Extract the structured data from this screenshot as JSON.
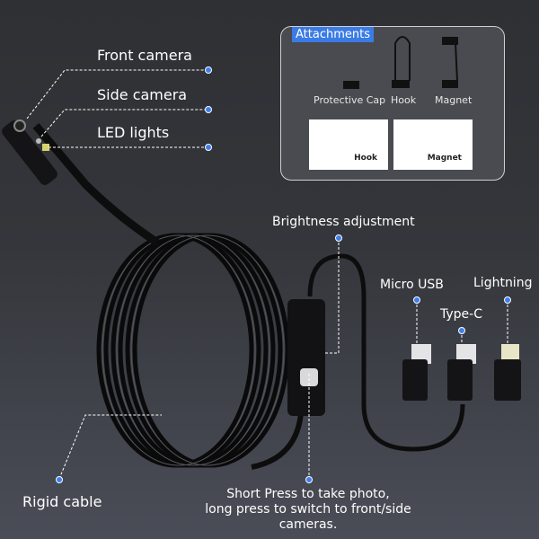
{
  "callouts": {
    "front_camera": "Front camera",
    "side_camera": "Side camera",
    "led_lights": "LED lights",
    "brightness": "Brightness adjustment",
    "micro_usb": "Micro USB",
    "type_c": "Type-C",
    "lightning": "Lightning",
    "rigid_cable": "Rigid cable",
    "button_line1": "Short Press to take photo,",
    "button_line2": "long press to switch to front/side",
    "button_line3": "cameras."
  },
  "attachments": {
    "title": "Attachments",
    "items": [
      "Protective Cap",
      "Hook",
      "Magnet"
    ],
    "photos": [
      "Hook",
      "Magnet"
    ]
  },
  "colors": {
    "accent": "#3b7be6",
    "background": "#303135",
    "panel": "#4a4b50"
  }
}
